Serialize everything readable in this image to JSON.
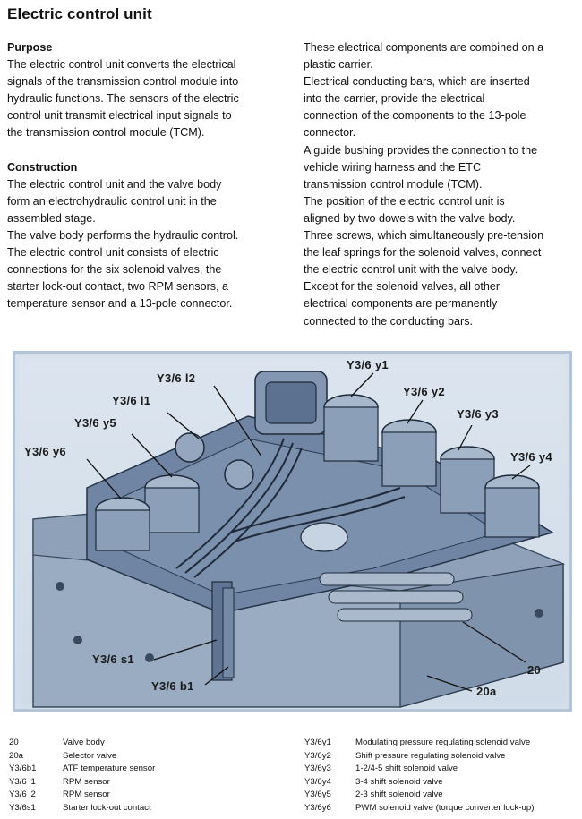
{
  "page": {
    "title": "Electric control unit"
  },
  "left_column": {
    "purpose_heading": "Purpose",
    "purpose_text": "The electric control unit converts the electrical\nsignals of the transmission control module into\nhydraulic functions. The sensors of the electric\ncontrol unit transmit electrical input signals to\nthe transmission control module (TCM).",
    "construction_heading": "Construction",
    "construction_text": "The electric control unit and the valve body\nform an electrohydraulic control unit in the\nassembled stage.\nThe valve body performs the hydraulic control.\nThe electric control unit consists of electric\nconnections for the six solenoid valves, the\nstarter lock-out contact, two RPM sensors, a\ntemperature sensor and a 13-pole connector."
  },
  "right_column": {
    "text": "These electrical components are combined on a\nplastic carrier.\nElectrical conducting bars, which are inserted\ninto the carrier, provide the electrical\nconnection of the components to the 13-pole\nconnector.\nA guide bushing provides the connection to the\nvehicle wiring harness and the ETC\ntransmission control module (TCM).\nThe position of the electric control unit is\naligned by two dowels with the valve body.\nThree screws, which simultaneously pre-tension\nthe leaf springs for the solenoid valves, connect\nthe electric control unit with the valve body.\nExcept for the solenoid valves, all other\nelectrical components are permanently\nconnected to the conducting bars."
  },
  "figure": {
    "callouts": {
      "y1": "Y3/6 y1",
      "l2": "Y3/6 l2",
      "y2": "Y3/6 y2",
      "l1": "Y3/6 l1",
      "y3": "Y3/6 y3",
      "y5": "Y3/6 y5",
      "y6": "Y3/6 y6",
      "y4": "Y3/6 y4",
      "s1": "Y3/6 s1",
      "b1": "Y3/6 b1",
      "n20": "20",
      "n20a": "20a"
    }
  },
  "legend": {
    "left": [
      {
        "code": "20",
        "desc": "Valve body"
      },
      {
        "code": "20a",
        "desc": "Selector valve"
      },
      {
        "code": "Y3/6b1",
        "desc": "ATF temperature sensor"
      },
      {
        "code": "Y3/6 l1",
        "desc": "RPM sensor"
      },
      {
        "code": "Y3/6 l2",
        "desc": "RPM sensor"
      },
      {
        "code": "Y3/6s1",
        "desc": "Starter lock-out contact"
      }
    ],
    "right": [
      {
        "code": "Y3/6y1",
        "desc": "Modulating pressure regulating solenoid valve"
      },
      {
        "code": "Y3/6y2",
        "desc": "Shift pressure regulating solenoid valve"
      },
      {
        "code": "Y3/6y3",
        "desc": "1-2/4-5 shift solenoid valve"
      },
      {
        "code": "Y3/6y4",
        "desc": "3-4 shift solenoid valve"
      },
      {
        "code": "Y3/6y5",
        "desc": "2-3 shift solenoid valve"
      },
      {
        "code": "Y3/6y6",
        "desc": "PWM solenoid valve (torque converter lock-up)"
      }
    ]
  }
}
